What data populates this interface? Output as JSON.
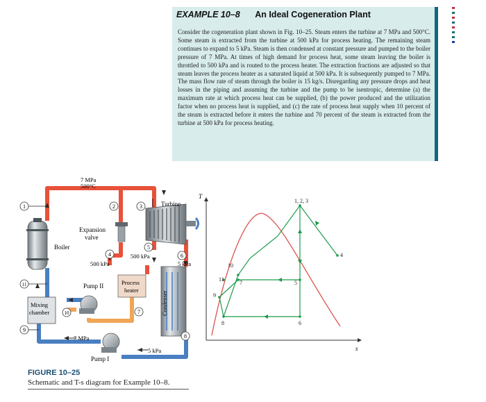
{
  "example": {
    "number": "EXAMPLE 10–8",
    "title": "An Ideal Cogeneration Plant",
    "body": "Consider the cogeneration plant shown in Fig. 10–25. Steam enters the turbine at 7 MPa and 500°C. Some steam is extracted from the turbine at 500 kPa for process heating. The remaining steam continues to expand to 5 kPa. Steam is then condensed at constant pressure and pumped to the boiler pressure of 7 MPa. At times of high demand for process heat, some steam leaving the boiler is throttled to 500 kPa and is routed to the process heater. The extraction fractions are adjusted so that steam leaves the process heater as a saturated liquid at 500 kPa. It is subsequently pumped to 7 MPa. The mass flow rate of steam through the boiler is 15 kg/s. Disregarding any pressure drops and heat losses in the piping and assuming the turbine and the pump to be isentropic, determine (a) the maximum rate at which process heat can be supplied, (b) the power produced and the utilization factor when no process heat is supplied, and (c) the rate of process heat supply when 10 percent of the steam is extracted before it enters the turbine and 70 percent of the steam is extracted from the turbine at 500 kPa for process heating."
  },
  "schematic": {
    "inlet_pressure": "7 MPa",
    "inlet_temperature": "500°C",
    "turbine": "Turbine",
    "expansion_valve_line1": "Expansion",
    "expansion_valve_line2": "valve",
    "boiler": "Boiler",
    "extraction_pressure_left": "500 kPa",
    "extraction_pressure_right": "500 kPa",
    "turbine_exit_pressure": "5 kPa",
    "pump2": "Pump II",
    "process_heater_line1": "Process",
    "process_heater_line2": "heater",
    "mixing_chamber_line1": "Mixing",
    "mixing_chamber_line2": "chamber",
    "condenser": "Condenser",
    "pump1_outlet_pressure": "7 MPa",
    "pump1": "Pump I",
    "pump1_inlet_pressure": "5 kPa",
    "states": [
      "1",
      "2",
      "3",
      "4",
      "5",
      "6",
      "7",
      "8",
      "9",
      "10",
      "11"
    ]
  },
  "ts_diagram": {
    "y_axis": "T",
    "x_axis": "s",
    "points": {
      "top": "1, 2, 3",
      "p4": "4",
      "p5": "5",
      "p6": "6",
      "p7": "7",
      "p8": "8",
      "p9": "9",
      "p10": "10",
      "p11": "11"
    }
  },
  "figure": {
    "label": "FIGURE 10–25",
    "caption": "Schematic and T-s diagram for Example 10–8."
  },
  "colors": {
    "steam_pipe": "#e8513a",
    "liquid_pipe": "#4a7fc1",
    "heated_liquid_pipe": "#f0a656",
    "example_background": "#d8ecec",
    "example_accent": "#13677b",
    "figure_label": "#1b4f75",
    "dome_curve": "#d9534f",
    "cycle_lines": "#1e9b4b"
  }
}
